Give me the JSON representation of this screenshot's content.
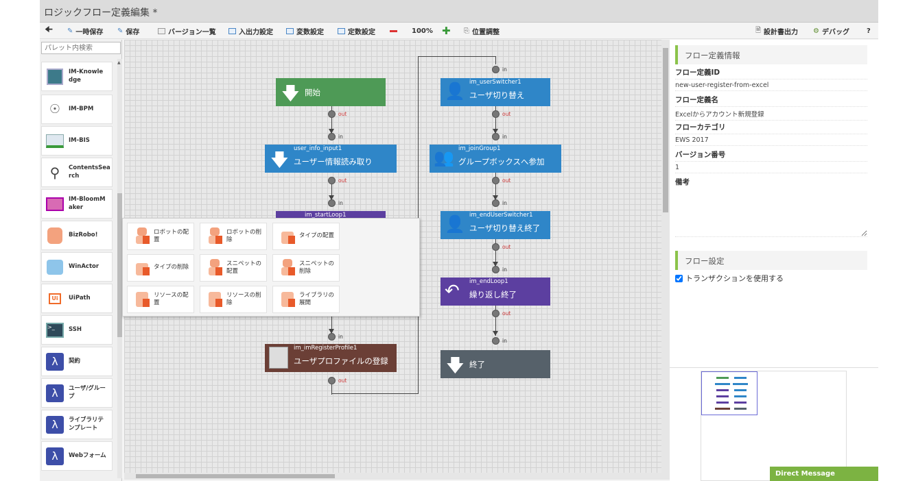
{
  "window": {
    "title": "ロジックフロー定義編集 *"
  },
  "toolbar": {
    "back_icon": "arrow-left-icon",
    "temp_save": "一時保存",
    "save": "保存",
    "version_list": "バージョン一覧",
    "io_settings": "入出力設定",
    "variable_settings": "変数設定",
    "constant_settings": "定数設定",
    "zoom": "100%",
    "align": "位置調整",
    "design_doc": "設計書出力",
    "debug": "デバッグ",
    "help": "?"
  },
  "palette": {
    "search_placeholder": "パレット内検索",
    "items": [
      {
        "label": "IM-Knowledge",
        "icon": "im-knowledge-icon"
      },
      {
        "label": "IM-BPM",
        "icon": "im-bpm-icon"
      },
      {
        "label": "IM-BIS",
        "icon": "im-bis-icon"
      },
      {
        "label": "ContentsSearch",
        "icon": "contents-search-icon"
      },
      {
        "label": "IM-BloomMaker",
        "icon": "im-bloommaker-icon"
      },
      {
        "label": "BizRobo!",
        "icon": "bizrobo-icon"
      },
      {
        "label": "WinActor",
        "icon": "winactor-icon"
      },
      {
        "label": "UiPath",
        "icon": "uipath-icon"
      },
      {
        "label": "SSH",
        "icon": "ssh-icon"
      },
      {
        "label": "契約",
        "icon": "acrobat-icon"
      },
      {
        "label": "ユーザ/グループ",
        "icon": "acrobat-icon"
      },
      {
        "label": "ライブラリテンプレート",
        "icon": "acrobat-icon"
      },
      {
        "label": "Webフォーム",
        "icon": "acrobat-icon"
      }
    ]
  },
  "popup": {
    "items": [
      {
        "label": "ロボットの配置"
      },
      {
        "label": "ロボットの削除"
      },
      {
        "label": "タイプの配置"
      },
      {
        "label": "タイプの削除"
      },
      {
        "label": "スニペットの配置"
      },
      {
        "label": "スニペットの削除"
      },
      {
        "label": "リソースの配置"
      },
      {
        "label": "リソースの削除"
      },
      {
        "label": "ライブラリの展開"
      }
    ]
  },
  "flow": {
    "port_in": "in",
    "port_out": "out",
    "nodes": {
      "start": {
        "id": "",
        "label": "開始",
        "color": "#4e9a56"
      },
      "user_info_input": {
        "id": "user_info_input1",
        "label": "ユーザー情報読み取り",
        "color": "#2f86c8"
      },
      "start_loop": {
        "id": "im_startLoop1",
        "label": "",
        "color": "#5c3fa0"
      },
      "register_profile": {
        "id": "im_imRegisterProfile1",
        "label": "ユーザプロファイルの登録",
        "color": "#6b3f36"
      },
      "user_switcher": {
        "id": "im_userSwitcher1",
        "label": "ユーザ切り替え",
        "color": "#2f86c8"
      },
      "join_group": {
        "id": "im_joinGroup1",
        "label": "グループボックスへ参加",
        "color": "#2f86c8"
      },
      "end_user_switcher": {
        "id": "im_endUserSwitcher1",
        "label": "ユーザ切り替え終了",
        "color": "#2f86c8"
      },
      "end_loop": {
        "id": "im_endLoop1",
        "label": "繰り返し終了",
        "color": "#5c3fa0"
      },
      "end": {
        "id": "",
        "label": "終了",
        "color": "#56616a"
      }
    }
  },
  "info": {
    "section_title": "フロー定義情報",
    "id_label": "フロー定義ID",
    "id_value": "new-user-register-from-excel",
    "name_label": "フロー定義名",
    "name_value": "Excelからアカウント新規登録",
    "category_label": "フローカテゴリ",
    "category_value": "EWS 2017",
    "version_label": "バージョン番号",
    "version_value": "1",
    "note_label": "備考",
    "note_value": ""
  },
  "settings": {
    "section_title": "フロー設定",
    "transaction_label": "トランザクションを使用する",
    "transaction_checked": true
  },
  "direct_message": {
    "label": "Direct Message"
  }
}
